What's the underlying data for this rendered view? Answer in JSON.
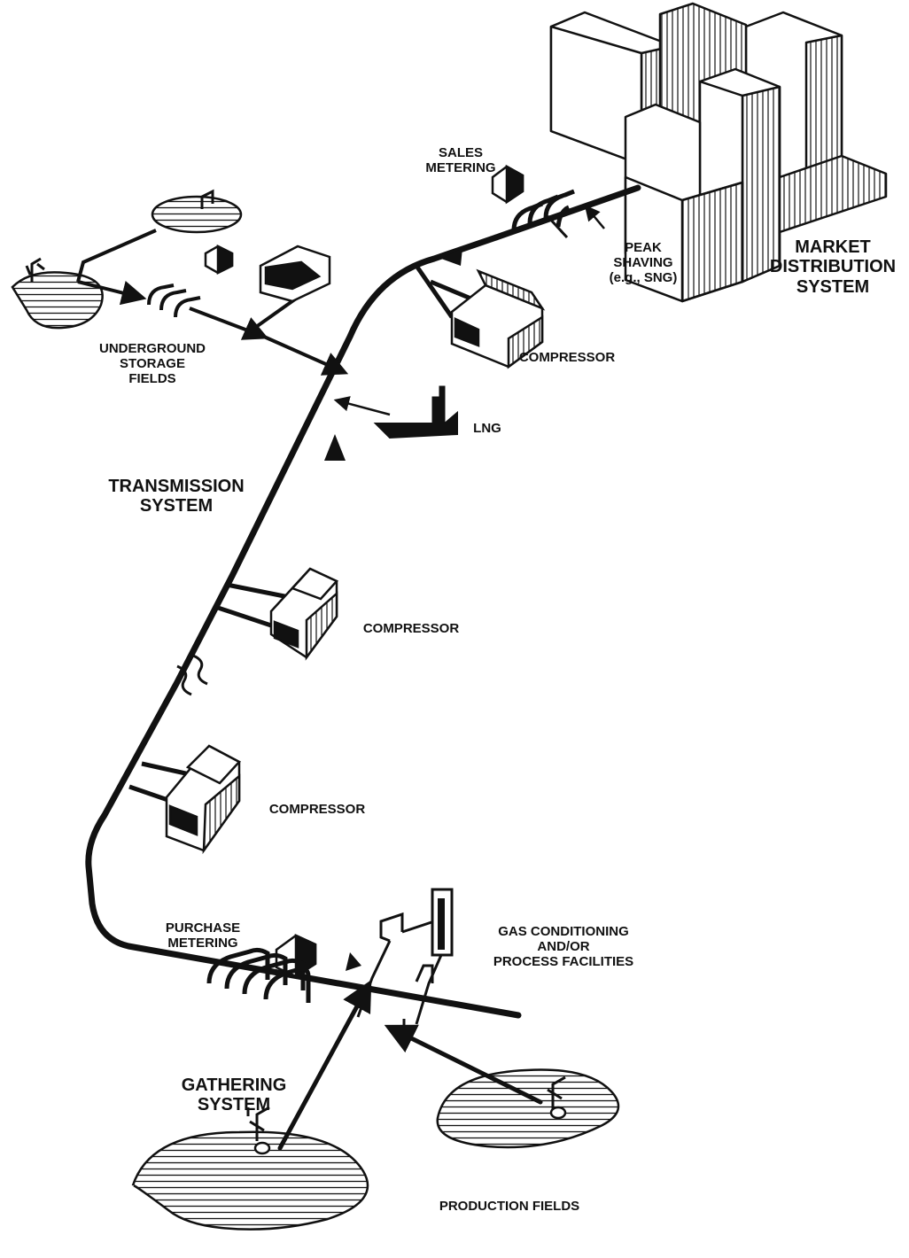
{
  "colors": {
    "ink": "#111111",
    "paper": "#ffffff"
  },
  "labels": {
    "sales_metering": [
      "SALES",
      "METERING"
    ],
    "peak_shaving": [
      "PEAK",
      "SHAVING",
      "(e.g., SNG)"
    ],
    "market_distribution": [
      "MARKET",
      "DISTRIBUTION",
      "SYSTEM"
    ],
    "underground_storage": [
      "UNDERGROUND",
      "STORAGE",
      "FIELDS"
    ],
    "compressor_top": "COMPRESSOR",
    "lng": "LNG",
    "transmission": [
      "TRANSMISSION",
      "SYSTEM"
    ],
    "compressor_mid": "COMPRESSOR",
    "compressor_low": "COMPRESSOR",
    "purchase_metering": [
      "PURCHASE",
      "METERING"
    ],
    "gas_conditioning": [
      "GAS CONDITIONING",
      "AND/OR",
      "PROCESS FACILITIES"
    ],
    "gathering": [
      "GATHERING",
      "SYSTEM"
    ],
    "production_fields": "PRODUCTION FIELDS"
  }
}
